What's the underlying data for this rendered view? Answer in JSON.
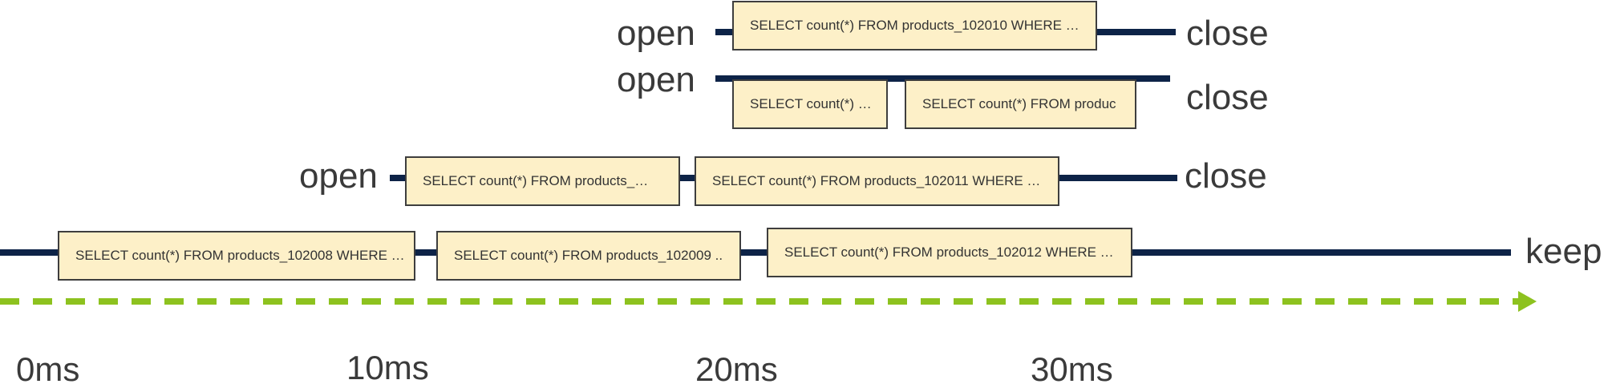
{
  "rows": [
    {
      "start_label": "open",
      "end_label": "close",
      "queries": [
        "SELECT count(*) FROM products_102010 WHERE …"
      ]
    },
    {
      "start_label": "open",
      "end_label": "close",
      "queries": [
        "SELECT count(*) …",
        "SELECT count(*) FROM  produc"
      ]
    },
    {
      "start_label": "open",
      "end_label": "close",
      "queries": [
        "SELECT count(*) FROM products_…",
        "SELECT count(*) FROM products_102011 WHERE …"
      ]
    },
    {
      "start_label": "",
      "end_label": "keep",
      "queries": [
        "SELECT count(*) FROM products_102008 WHERE …",
        "SELECT count(*) FROM products_102009 ..",
        "SELECT count(*) FROM products_102012 WHERE …"
      ]
    }
  ],
  "axis": {
    "ticks": [
      "0ms",
      "10ms",
      "20ms",
      "30ms"
    ]
  },
  "colors": {
    "connection_line": "#0d2347",
    "query_fill": "#fdf0c8",
    "query_border": "#3e3e3e",
    "time_arrow": "#8dc21f",
    "text": "#3a3a3a"
  }
}
